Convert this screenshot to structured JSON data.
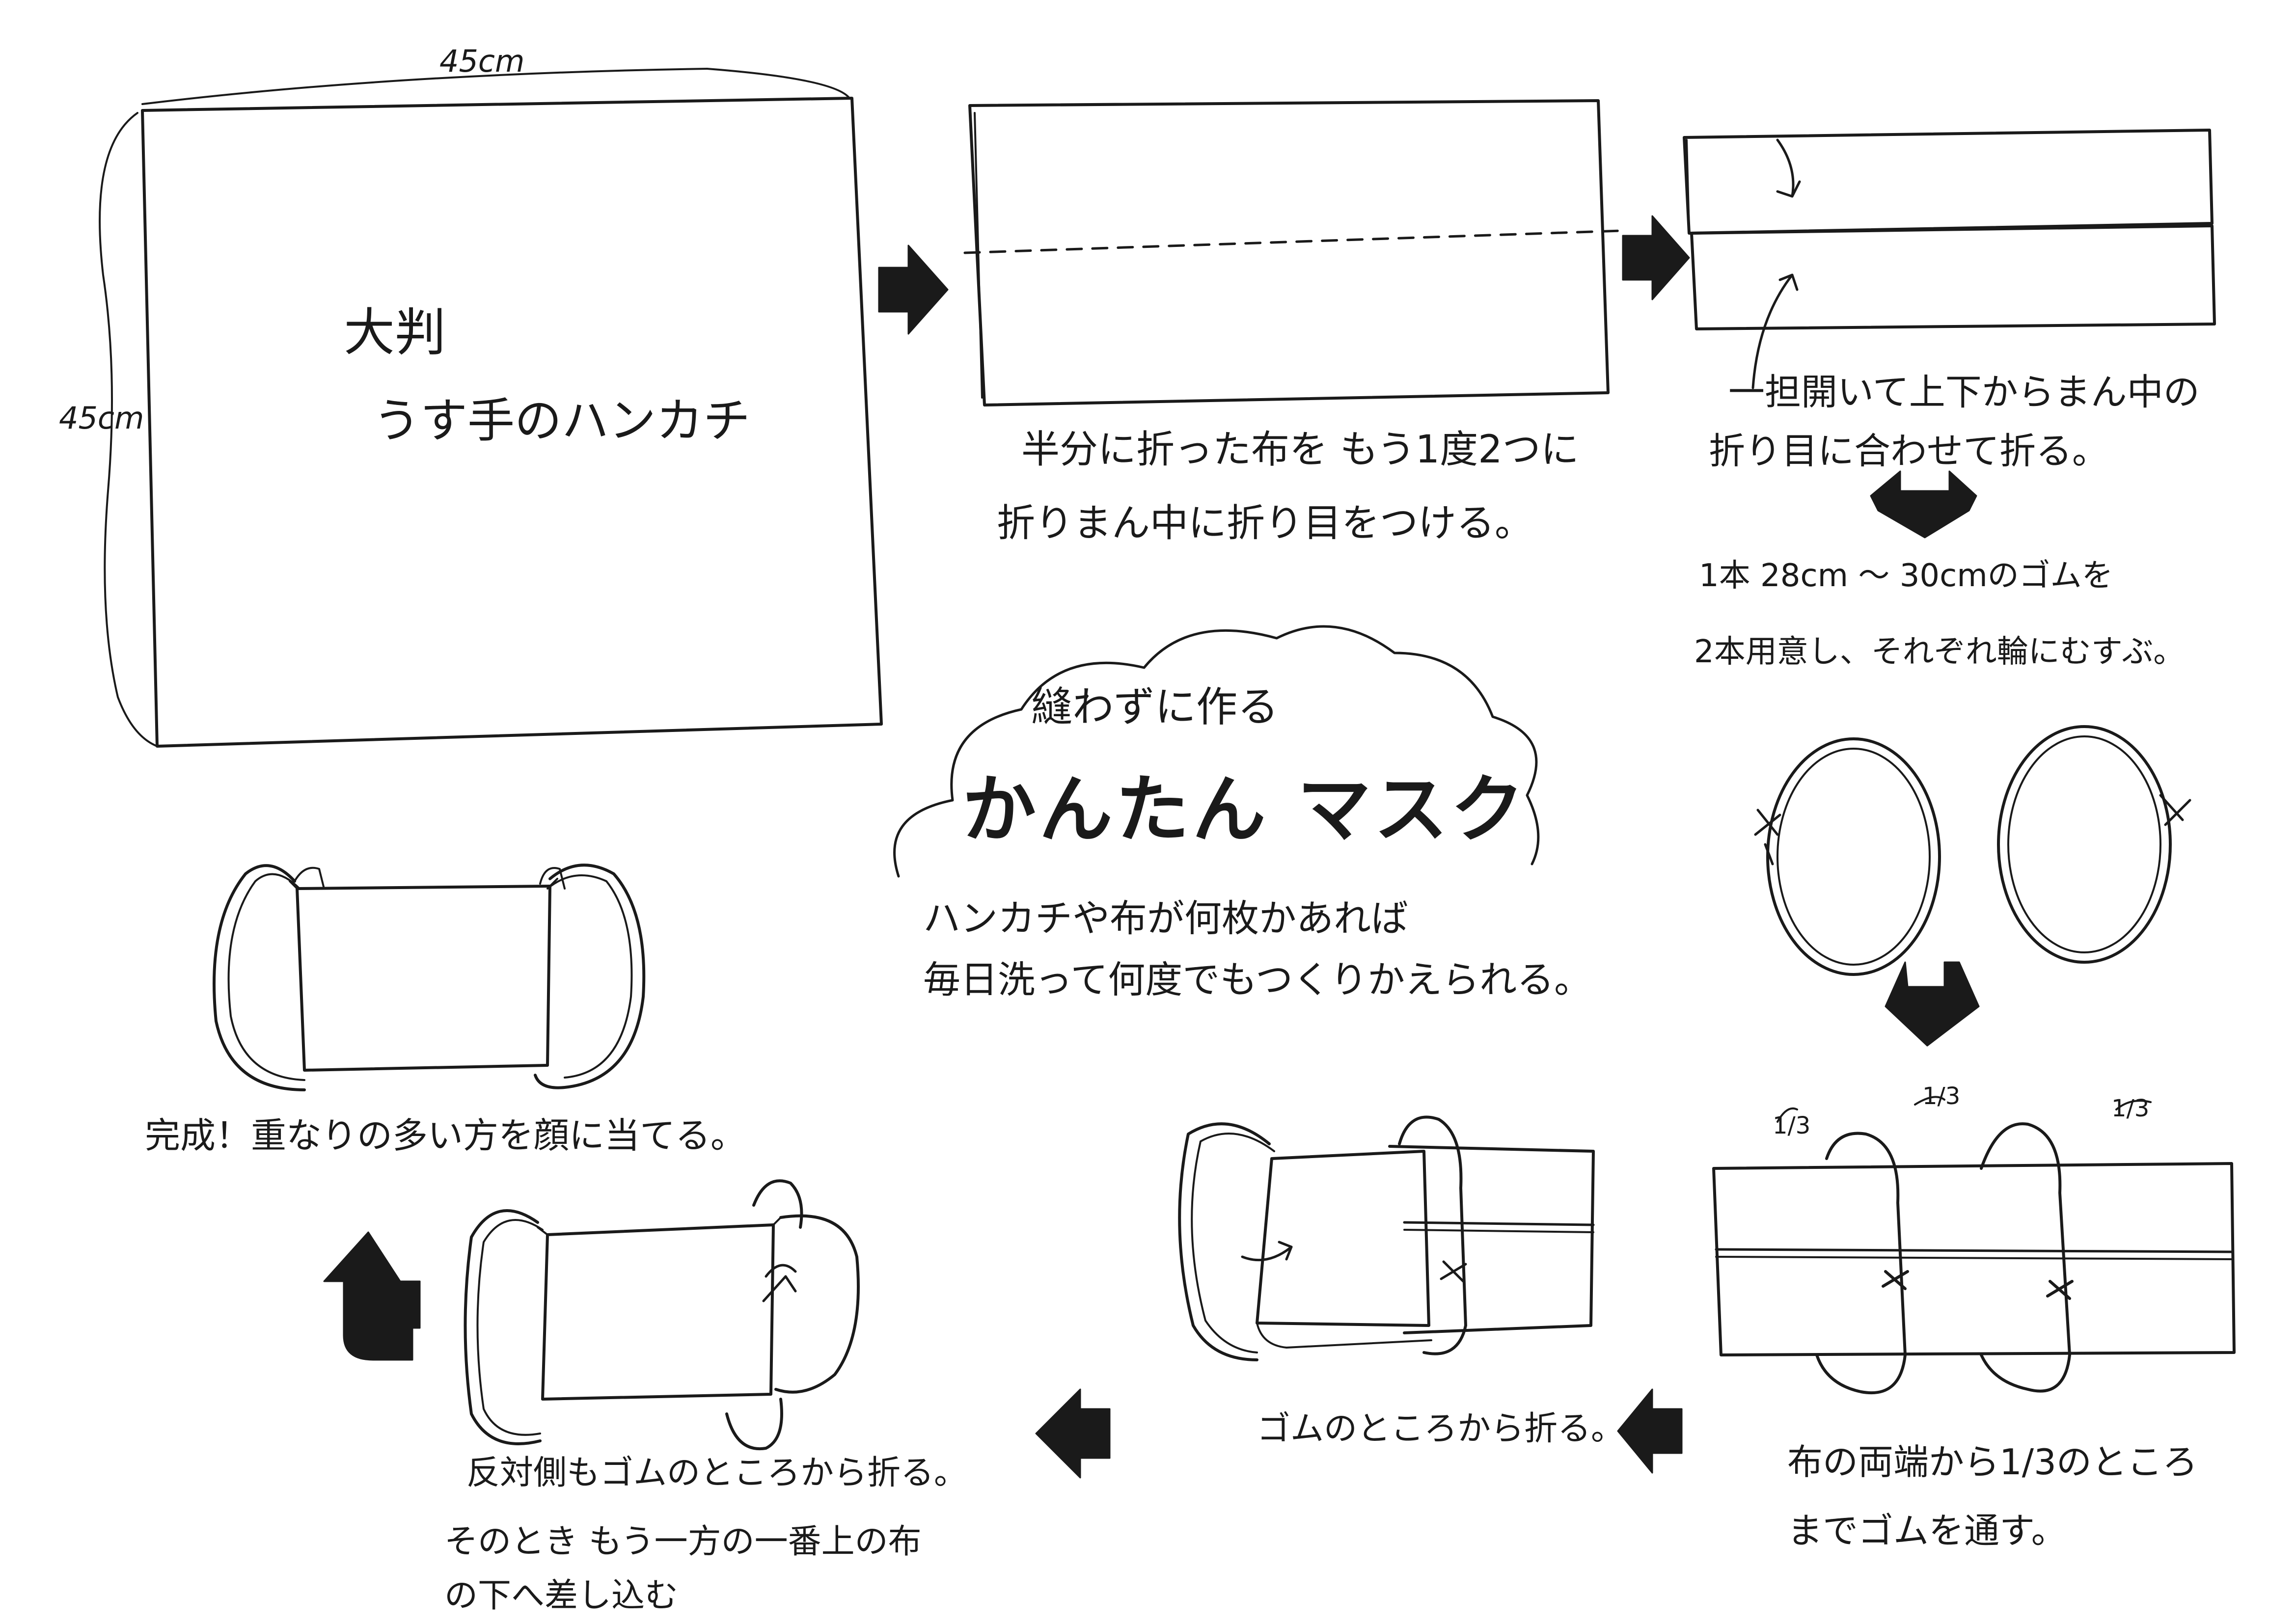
{
  "dimensions": {
    "width": "45cm",
    "height": "45cm"
  },
  "step1": {
    "line1": "大判",
    "line2": "うす手のハンカチ"
  },
  "step2": {
    "line1": "半分に折った布を もう1度2つに",
    "line2": "折りまん中に折り目をつける。"
  },
  "step3": {
    "line1": "一担開いて上下からまん中の",
    "line2": "折り目に合わせて折る。"
  },
  "step4": {
    "line1": "1本 28cm ～ 30cmのゴムを",
    "line2": "2本用意し、それぞれ輪にむすぶ。"
  },
  "step5": {
    "fraction": "1/3",
    "line1": "布の両端から1/3のところ",
    "line2": "までゴムを通す。"
  },
  "step6": {
    "line1": "ゴムのところから折る。"
  },
  "step7": {
    "line1": "反対側もゴムのところから折る。",
    "line2": "そのとき もう一方の一番上の布",
    "line3": "の下へ差し込む"
  },
  "step8": {
    "line1": "完成！重なりの多い方を顔に当てる。"
  },
  "title": {
    "subtitle": "縫わずに作る",
    "main": "かんたん マスク",
    "desc1": "ハンカチや布が何枚かあれば",
    "desc2": "毎日洗って何度でもつくりかえられる。"
  },
  "colors": {
    "ink": "#1a1a1a",
    "paper": "#ffffff"
  },
  "icons": [
    "arrow-right-icon",
    "arrow-down-icon",
    "arrow-left-icon",
    "arrow-up-turn-icon",
    "knot-icon",
    "cloud-shape"
  ]
}
